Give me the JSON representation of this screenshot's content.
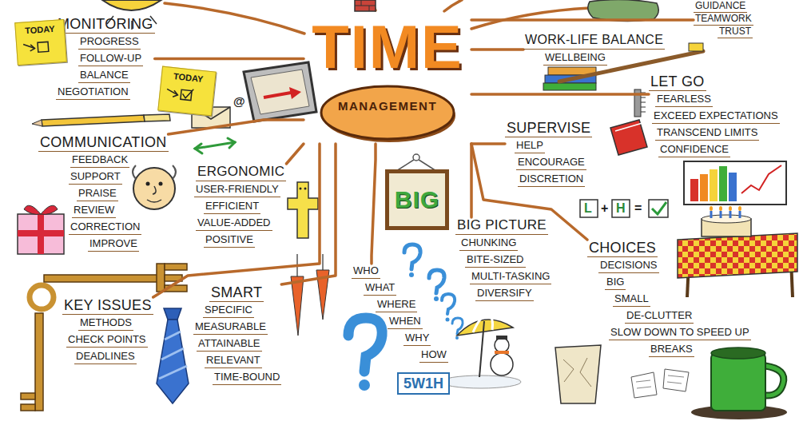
{
  "diagram": {
    "nodes": [
      {
        "text": [
          "TIME",
          "MANAGEMENT"
        ]
      },
      {
        "text": [
          "MONITORING",
          "PROGRESS",
          "FOLLOW-UP",
          "BALANCE",
          "NEGOTIATION"
        ]
      },
      {
        "text": [
          "TODAY"
        ]
      },
      {
        "text": [
          "TODAY"
        ]
      },
      {
        "text": [
          "WORK-LIFE BALANCE",
          "WELLBEING"
        ]
      },
      {
        "text": [
          "GUIDANCE",
          "TEAMWORK",
          "TRUST"
        ]
      },
      {
        "text": [
          "LET GO",
          "FEARLESS",
          "EXCEED EXPECTATIONS",
          "TRANSCEND LIMITS",
          "CONFIDENCE"
        ]
      },
      {
        "text": [
          "COMMUNICATION",
          "FEEDBACK",
          "SUPPORT",
          "PRAISE",
          "REVIEW",
          "CORRECTION",
          "IMPROVE"
        ]
      },
      {
        "text": [
          "SUPERVISE",
          "HELP",
          "ENCOURAGE",
          "DISCRETION"
        ]
      },
      {
        "text": [
          "ERGONOMIC",
          "USER-FRIENDLY",
          "EFFICIENT",
          "VALUE-ADDED",
          "POSITIVE"
        ]
      },
      {
        "text": [
          "BIG"
        ]
      },
      {
        "text": [
          "BIG PICTURE",
          "CHUNKING",
          "BITE-SIZED",
          "MULTI-TASKING",
          "DIVERSIFY"
        ]
      },
      {
        "text": [
          "CHOICES",
          "DECISIONS",
          "BIG",
          "SMALL",
          "DE-CLUTTER",
          "SLOW DOWN TO SPEED UP",
          "BREAKS"
        ]
      },
      {
        "text": [
          "KEY ISSUES",
          "METHODS",
          "CHECK POINTS",
          "DEADLINES"
        ]
      },
      {
        "text": [
          "SMART",
          "SPECIFIC",
          "MEASURABLE",
          "ATTAINABLE",
          "RELEVANT",
          "TIME-BOUND"
        ]
      },
      {
        "text": [
          "WHO",
          "WHAT",
          "WHERE",
          "WHEN",
          "WHY",
          "HOW"
        ]
      },
      {
        "text": [
          "5W1H"
        ]
      }
    ],
    "edges": [
      {
        "from": 0,
        "to": 1,
        "arrow": "none"
      },
      {
        "from": 0,
        "to": 4,
        "arrow": "none"
      },
      {
        "from": 0,
        "to": 5,
        "arrow": "none"
      },
      {
        "from": 0,
        "to": 6,
        "arrow": "none"
      },
      {
        "from": 0,
        "to": 7,
        "arrow": "none"
      },
      {
        "from": 0,
        "to": 8,
        "arrow": "none"
      },
      {
        "from": 0,
        "to": 9,
        "arrow": "none"
      },
      {
        "from": 0,
        "to": 11,
        "arrow": "none"
      },
      {
        "from": 0,
        "to": 12,
        "arrow": "none"
      },
      {
        "from": 0,
        "to": 13,
        "arrow": "none"
      },
      {
        "from": 0,
        "to": 14,
        "arrow": "none"
      },
      {
        "from": 0,
        "to": 15,
        "arrow": "none"
      }
    ],
    "labels": [
      "@",
      "L",
      "+",
      "H",
      "="
    ]
  }
}
